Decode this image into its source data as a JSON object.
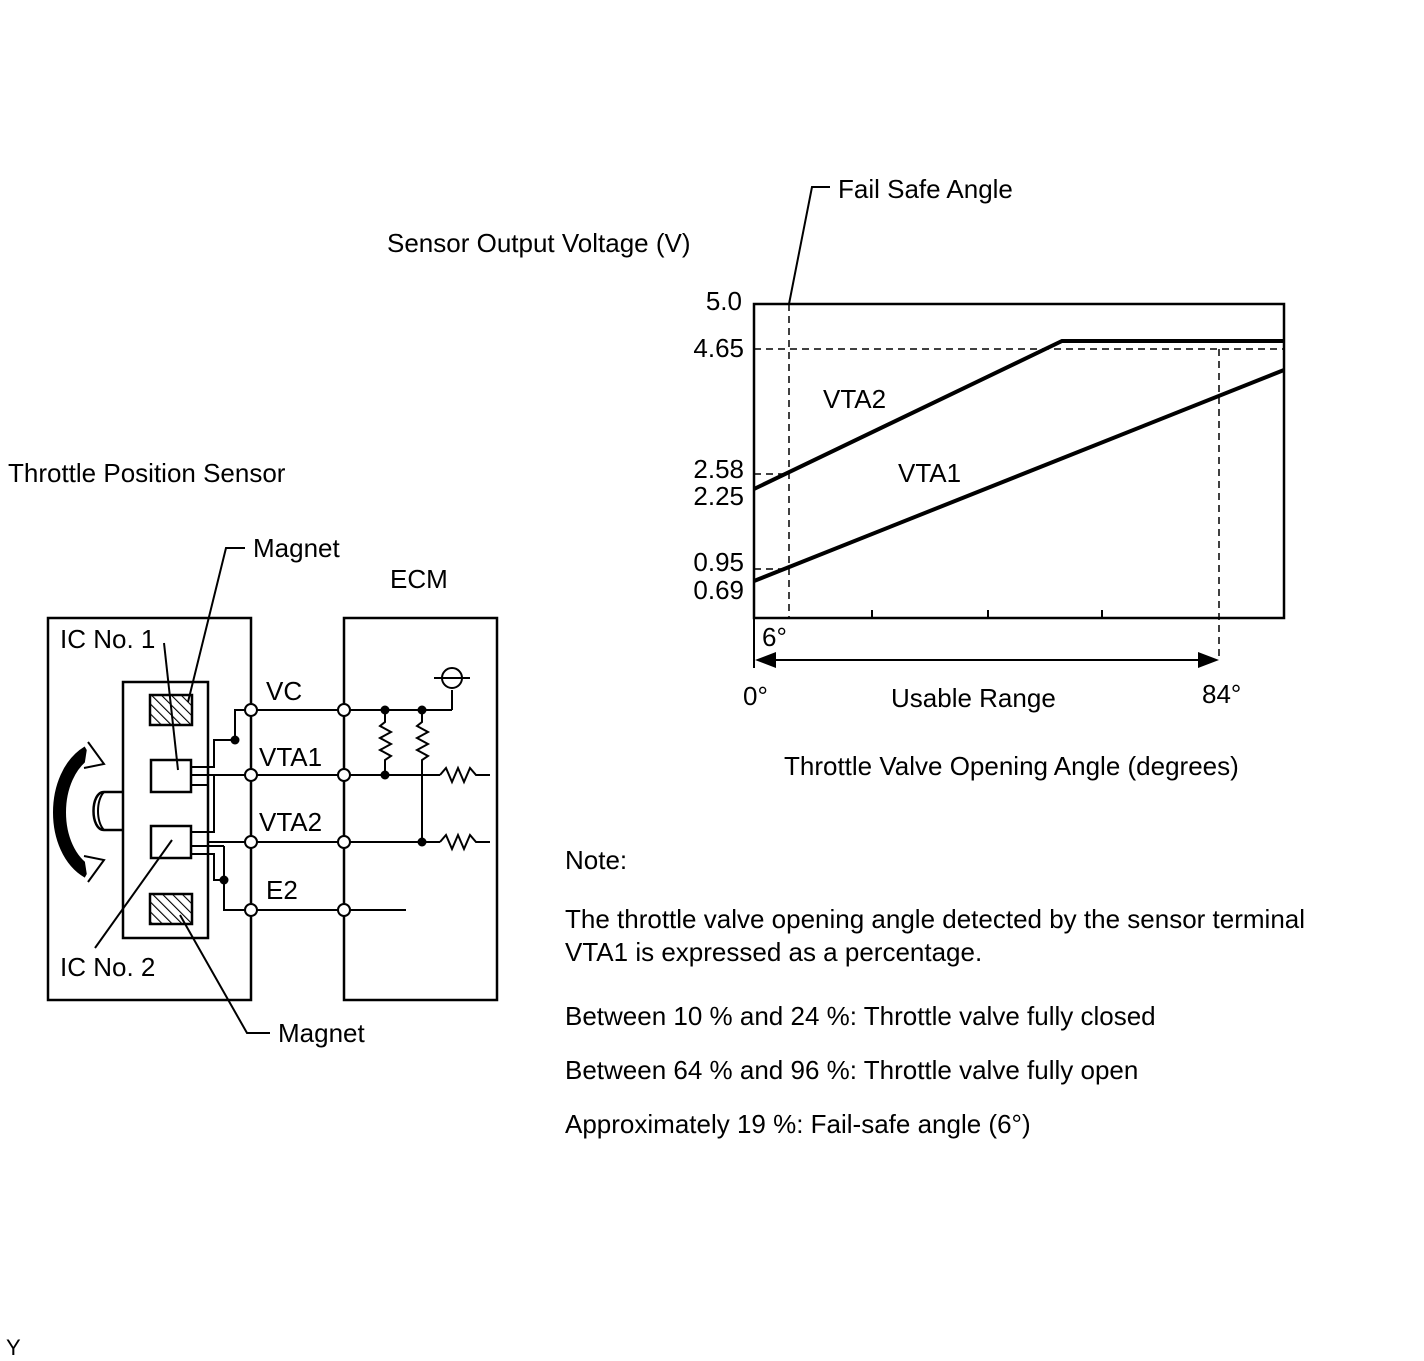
{
  "diagram": {
    "sensor_title": "Throttle Position Sensor",
    "ecm_label": "ECM",
    "magnet_top": "Magnet",
    "magnet_bottom": "Magnet",
    "ic1": "IC No. 1",
    "ic2": "IC No. 2",
    "terminals": [
      "VC",
      "VTA1",
      "VTA2",
      "E2"
    ]
  },
  "graph": {
    "fail_safe_label": "Fail Safe Angle",
    "y_title": "Sensor Output Voltage (V)",
    "y_ticks": [
      "5.0",
      "4.65",
      "2.58",
      "2.25",
      "0.95",
      "0.69"
    ],
    "x_title": "Throttle Valve Opening Angle (degrees)",
    "x_start": "0°",
    "x_end": "84°",
    "fail_angle": "6°",
    "range_label": "Usable Range",
    "series_vta2": "VTA2",
    "series_vta1": "VTA1"
  },
  "note": {
    "heading": "Note:",
    "line1": "The throttle valve opening angle detected by the sensor terminal",
    "line2": "VTA1 is expressed as a percentage.",
    "item1": "Between 10 % and 24 %: Throttle valve fully closed",
    "item2": "Between 64 % and 96 %: Throttle valve fully open",
    "item3": "Approximately 19 %: Fail-safe angle (6°)"
  },
  "corner_mark": "Y"
}
